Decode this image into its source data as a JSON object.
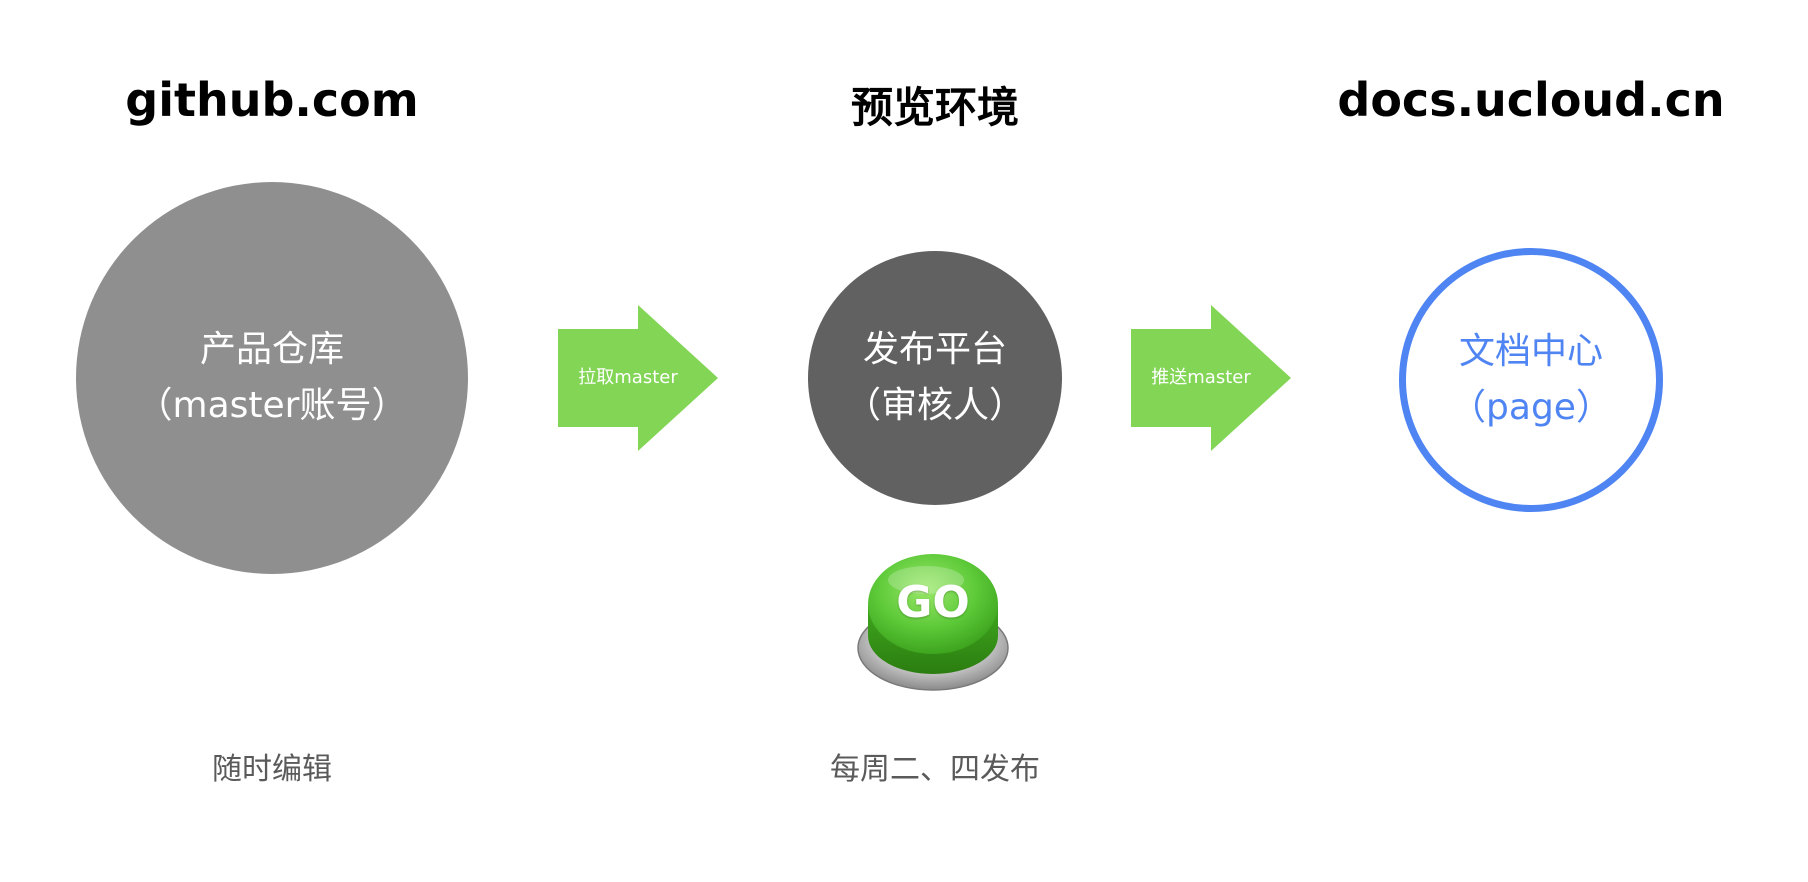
{
  "headings": {
    "left": "github.com",
    "middle": "预览环境",
    "right": "docs.ucloud.cn"
  },
  "nodes": {
    "repo": {
      "line1": "产品仓库",
      "line2": "（master账号）"
    },
    "platform": {
      "line1": "发布平台",
      "line2": "（审核人）"
    },
    "docs": {
      "line1": "文档中心",
      "line2": "（page）"
    }
  },
  "arrows": {
    "pull": "拉取master",
    "push": "推送master"
  },
  "go_button": {
    "label": "GO"
  },
  "captions": {
    "left": "随时编辑",
    "middle": "每周二、四发布"
  },
  "colors": {
    "repo_fill": "#8f8f8f",
    "platform_fill": "#616161",
    "docs_accent": "#4f84f3",
    "arrow_green": "#82d555",
    "go_green": "#5cc938",
    "caption_gray": "#5a5a5a"
  }
}
